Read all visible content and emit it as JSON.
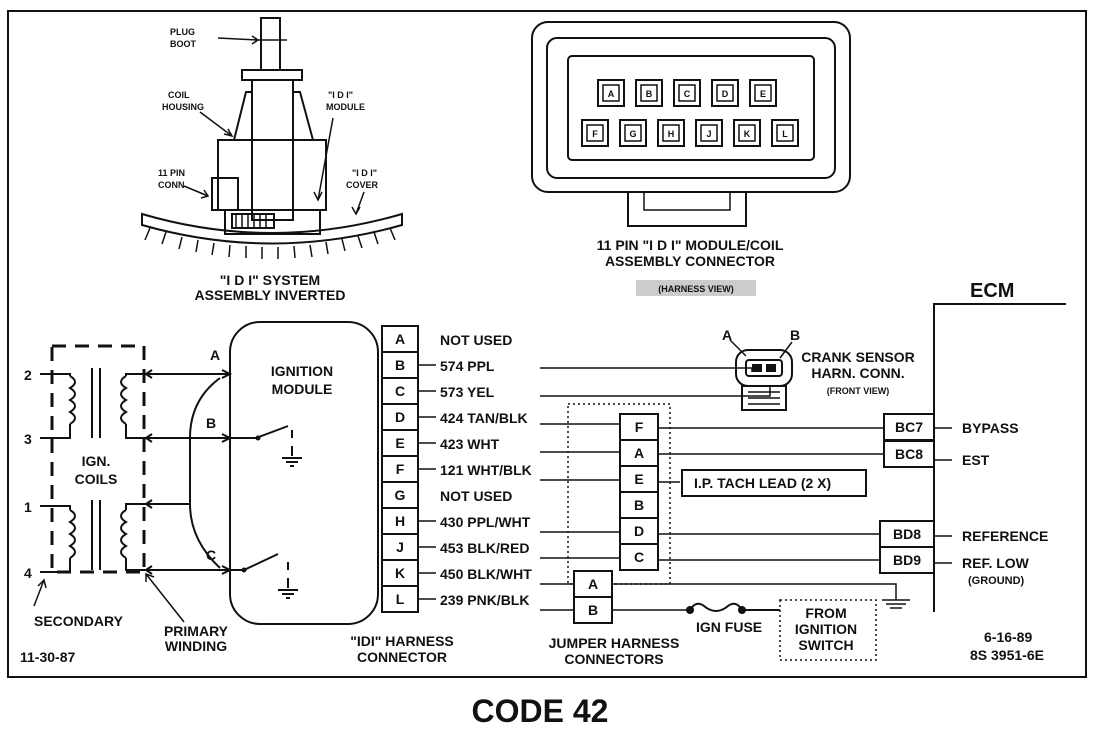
{
  "title": "CODE 42",
  "date_left": "11-30-87",
  "date_right": "6-16-89",
  "doc_number": "8S 3951-6E",
  "idi_assembly": {
    "plug_boot": [
      "PLUG",
      "BOOT"
    ],
    "coil_housing": [
      "COIL",
      "HOUSING"
    ],
    "idi_module": [
      "\"I D I\"",
      "MODULE"
    ],
    "pin_conn": [
      "11 PIN",
      "CONN"
    ],
    "idi_cover": [
      "\"I D I\"",
      "COVER"
    ],
    "caption": [
      "\"I D I\" SYSTEM",
      "ASSEMBLY INVERTED"
    ]
  },
  "connector_view": {
    "top_pins": [
      "A",
      "B",
      "C",
      "D",
      "E"
    ],
    "bottom_pins": [
      "F",
      "G",
      "H",
      "J",
      "K",
      "L"
    ],
    "caption": [
      "11 PIN \"I D I\" MODULE/COIL",
      "ASSEMBLY CONNECTOR"
    ],
    "view_label": "(HARNESS VIEW)"
  },
  "ecm": {
    "label": "ECM",
    "pins": [
      {
        "id": "BC7",
        "label": "BYPASS"
      },
      {
        "id": "BC8",
        "label": "EST"
      },
      {
        "id": "BD8",
        "label": "REFERENCE"
      },
      {
        "id": "BD9",
        "label": "REF.  LOW"
      }
    ],
    "ground_label": "(GROUND)"
  },
  "coils": {
    "label": [
      "IGN.",
      "COILS"
    ],
    "terminals": [
      "2",
      "3",
      "1",
      "4"
    ],
    "secondary_label": "SECONDARY",
    "primary_label": [
      "PRIMARY",
      "WINDING"
    ]
  },
  "ignition_module": {
    "label": [
      "IGNITION",
      "MODULE"
    ],
    "inputs": [
      "A",
      "B",
      "C"
    ]
  },
  "harness_connector": {
    "caption": [
      "\"IDI\" HARNESS",
      "CONNECTOR"
    ],
    "pins": [
      {
        "pin": "A",
        "wire": "NOT USED"
      },
      {
        "pin": "B",
        "wire": "574 PPL"
      },
      {
        "pin": "C",
        "wire": "573 YEL"
      },
      {
        "pin": "D",
        "wire": "424 TAN/BLK"
      },
      {
        "pin": "E",
        "wire": "423 WHT"
      },
      {
        "pin": "F",
        "wire": "121 WHT/BLK"
      },
      {
        "pin": "G",
        "wire": "NOT USED"
      },
      {
        "pin": "H",
        "wire": "430 PPL/WHT"
      },
      {
        "pin": "J",
        "wire": "453 BLK/RED"
      },
      {
        "pin": "K",
        "wire": "450 BLK/WHT"
      },
      {
        "pin": "L",
        "wire": "239 PNK/BLK"
      }
    ]
  },
  "crank_sensor": {
    "pin_a": "A",
    "pin_b": "B",
    "label": [
      "CRANK SENSOR",
      "HARN. CONN."
    ],
    "view": "(FRONT VIEW)"
  },
  "jumper_harness": {
    "right_pins": [
      "F",
      "A",
      "E",
      "B",
      "D",
      "C"
    ],
    "left_pins": [
      "A",
      "B"
    ],
    "caption": [
      "JUMPER HARNESS",
      "CONNECTORS"
    ]
  },
  "tach_lead": "I.P. TACH LEAD  (2 X)",
  "fuse": "IGN FUSE",
  "from_switch": [
    "FROM",
    "IGNITION",
    "SWITCH"
  ]
}
